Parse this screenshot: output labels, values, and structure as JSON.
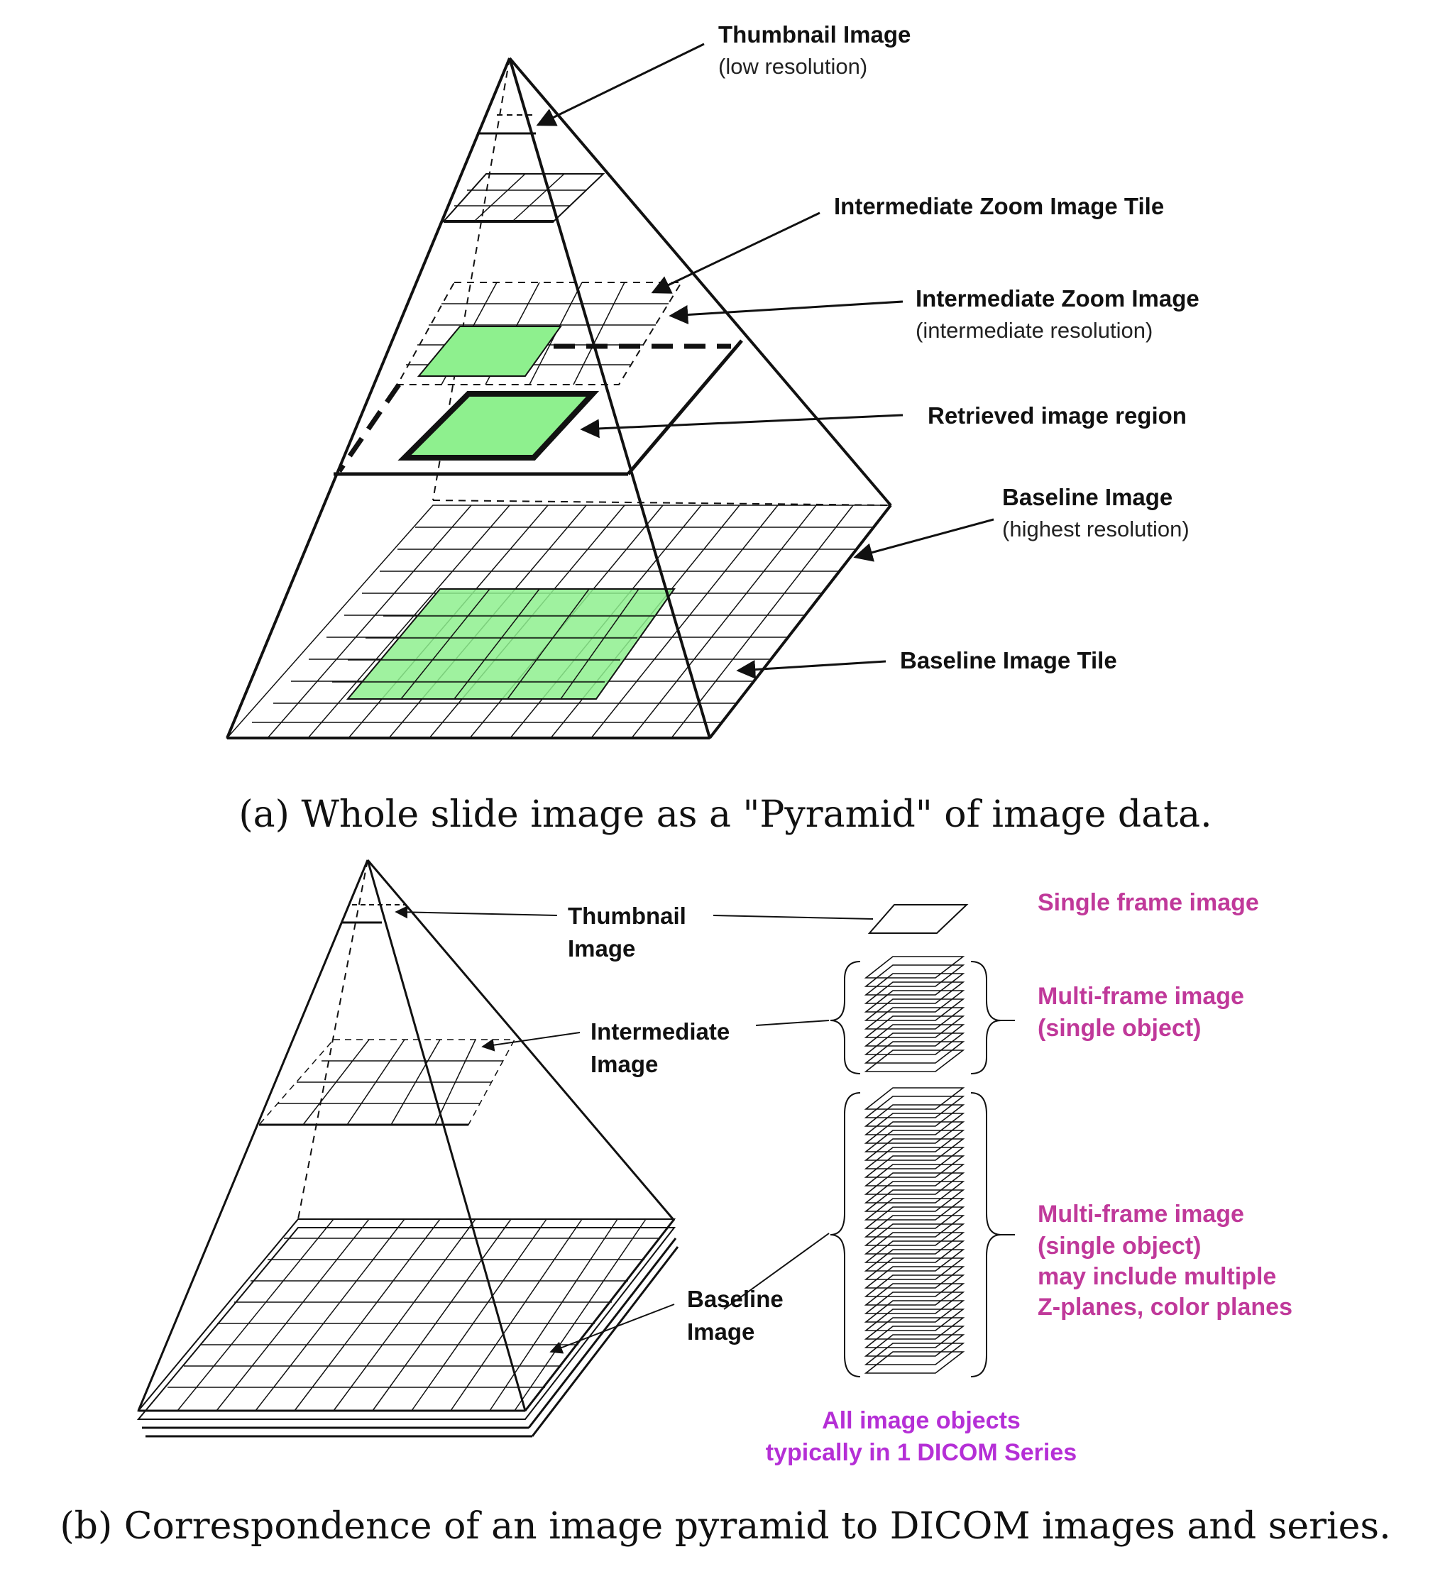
{
  "panel_a": {
    "thumbnail": {
      "title": "Thumbnail Image",
      "sub": "(low resolution)"
    },
    "intermediate_tile": {
      "title": "Intermediate Zoom Image Tile"
    },
    "intermediate_image": {
      "title": "Intermediate Zoom Image",
      "sub": "(intermediate resolution)"
    },
    "retrieved_region": {
      "title": "Retrieved image region"
    },
    "baseline_image": {
      "title": "Baseline Image",
      "sub": "(highest resolution)"
    },
    "baseline_tile": {
      "title": "Baseline Image Tile"
    },
    "caption": "(a) Whole slide image as a \"Pyramid\" of image data."
  },
  "panel_b": {
    "thumbnail": {
      "line1": "Thumbnail",
      "line2": "Image"
    },
    "intermediate": {
      "line1": "Intermediate",
      "line2": "Image"
    },
    "baseline": {
      "line1": "Baseline",
      "line2": "Image"
    },
    "single_frame": "Single frame image",
    "multi_frame_1": {
      "line1": "Multi-frame image",
      "line2": "(single object)"
    },
    "multi_frame_2": {
      "line1": "Multi-frame image",
      "line2": "(single object)",
      "line3": "may include multiple",
      "line4": "Z-planes, color planes"
    },
    "series_note": {
      "line1": "All image objects",
      "line2": "typically in 1 DICOM Series"
    },
    "caption": "(b) Correspondence of an image pyramid to DICOM images and series."
  },
  "colors": {
    "highlight": "#8ef08e",
    "magenta": "#c0399a",
    "purple": "#b52fd6"
  }
}
